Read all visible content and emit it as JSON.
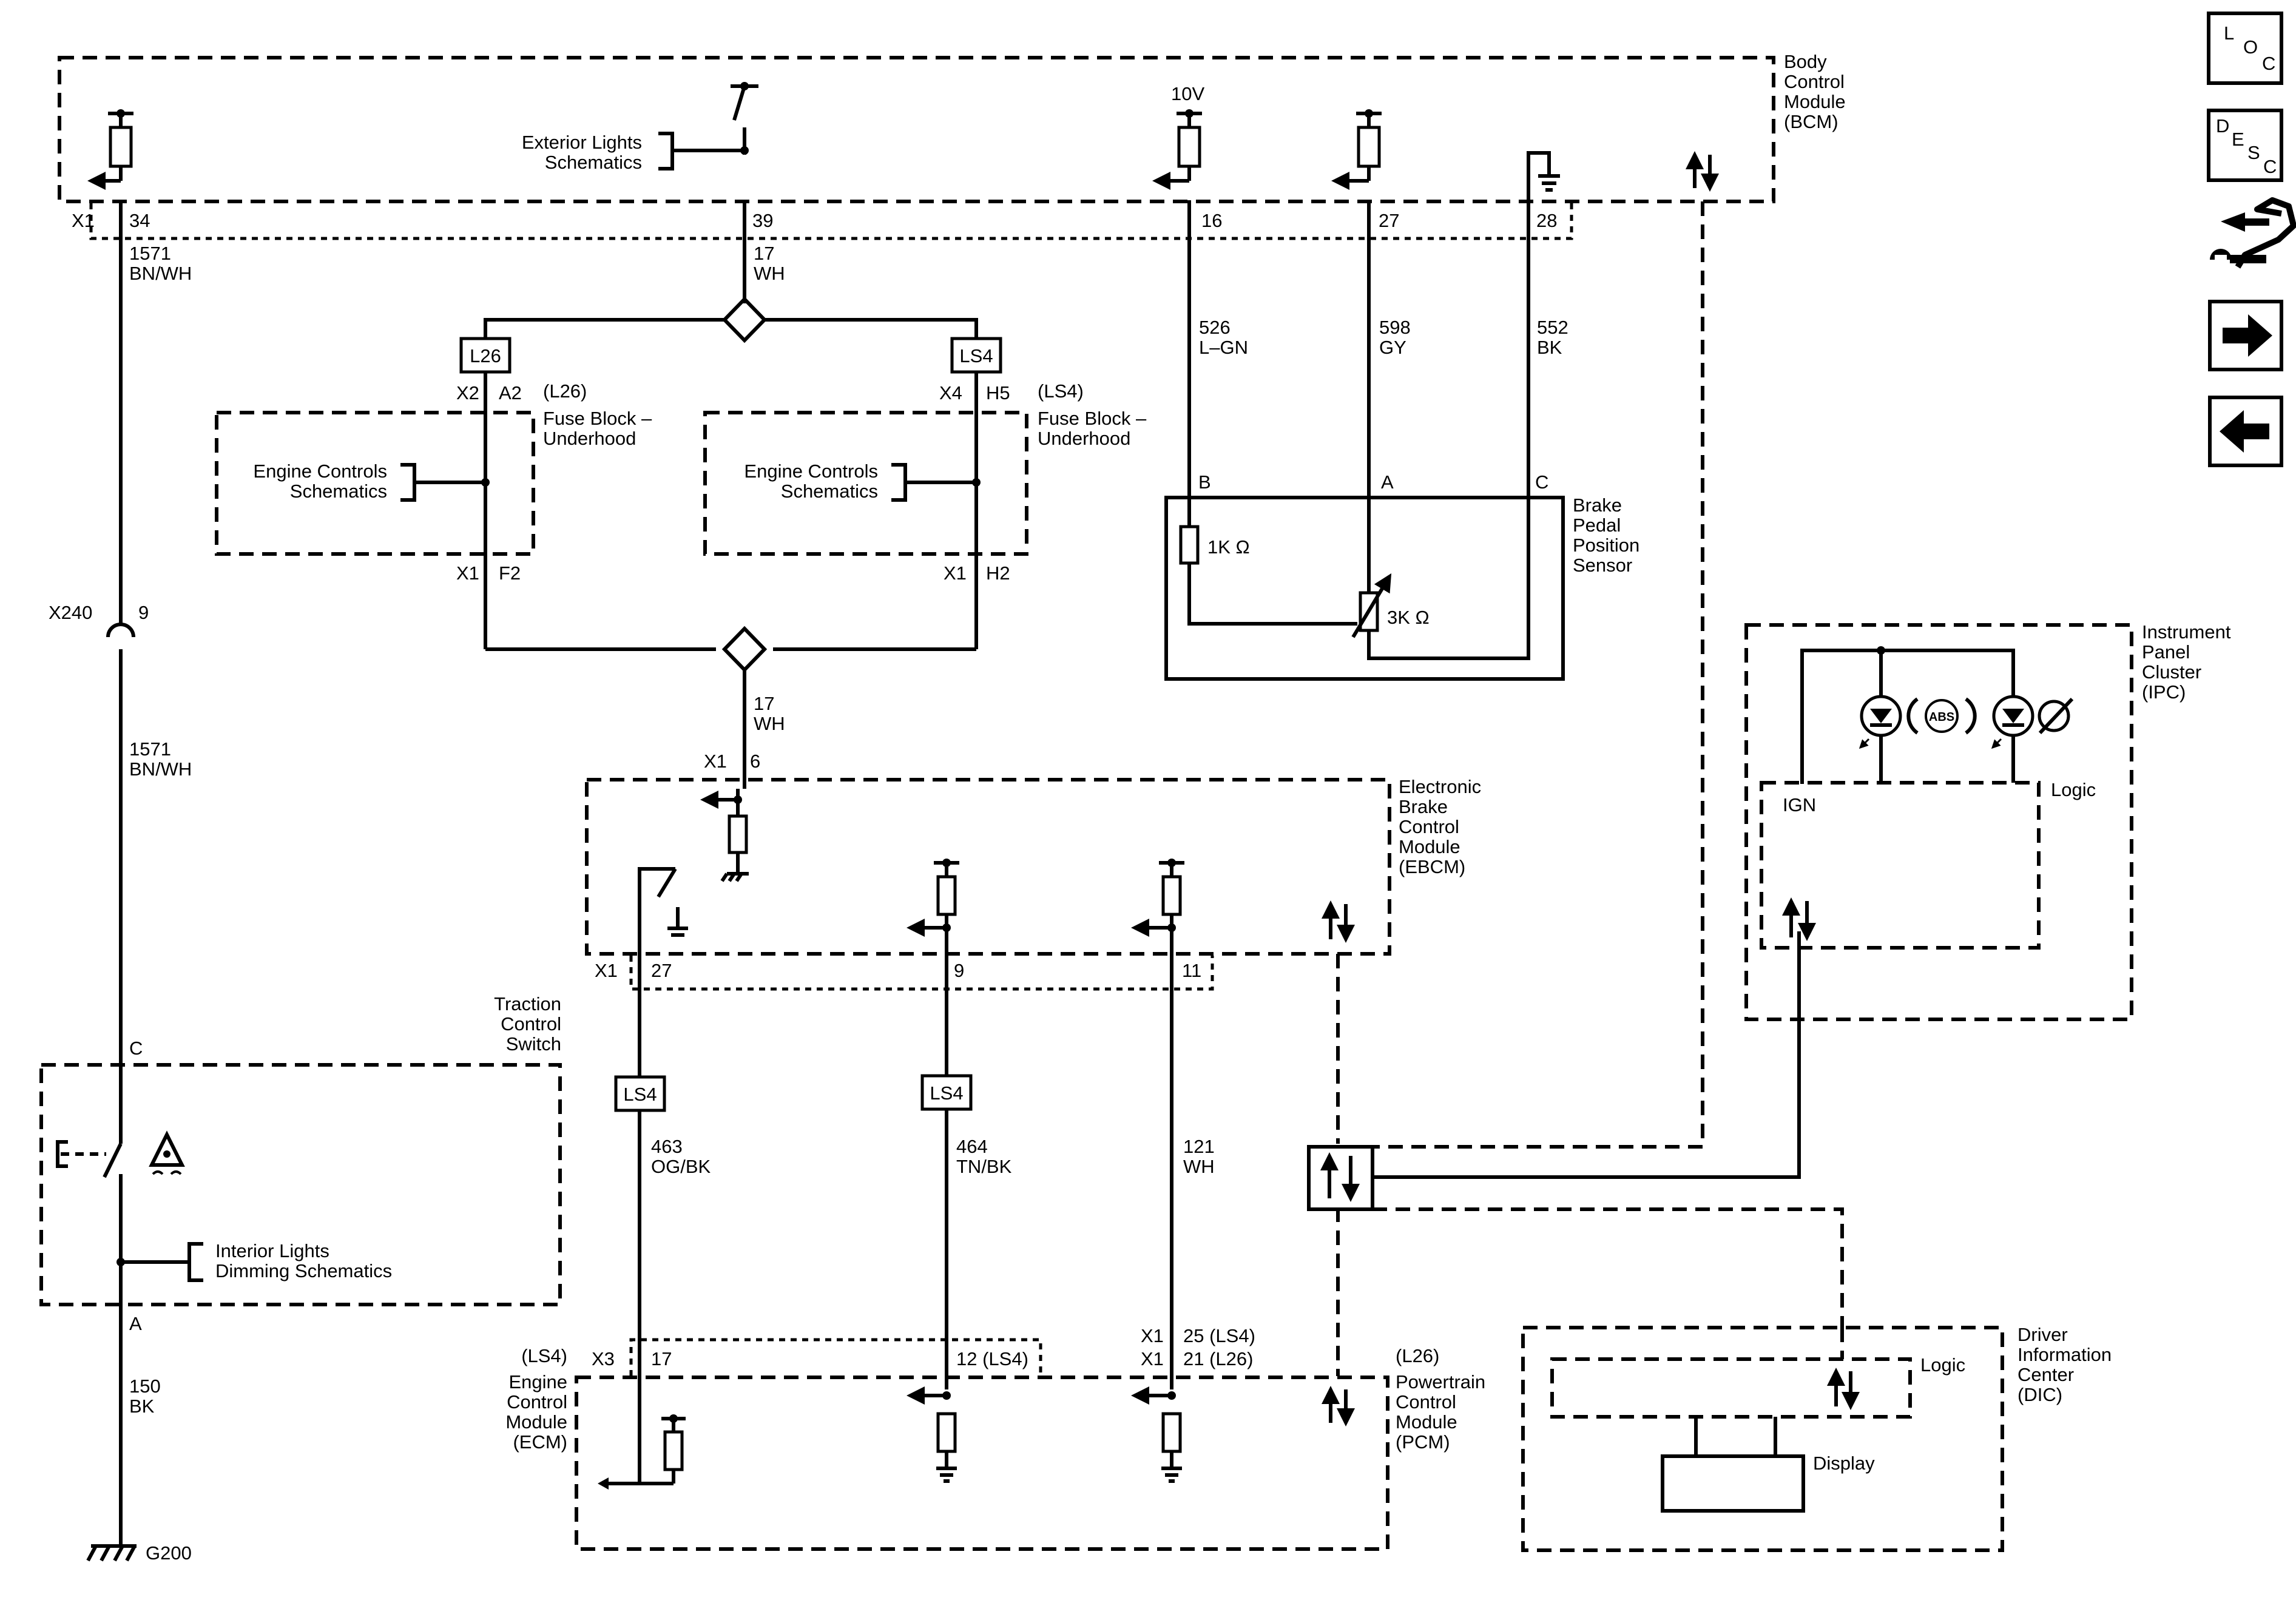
{
  "modules": {
    "bcm": [
      "Body",
      "Control",
      "Module",
      "(BCM)"
    ],
    "ebcm": [
      "Electronic",
      "Brake",
      "Control",
      "Module",
      "(EBCM)"
    ],
    "ipc": [
      "Instrument",
      "Panel",
      "Cluster",
      "(IPC)"
    ],
    "dic": [
      "Driver",
      "Information",
      "Center",
      "(DIC)"
    ],
    "ecm": [
      "(LS4)",
      "Engine",
      "Control",
      "Module",
      "(ECM)"
    ],
    "pcm": [
      "(L26)",
      "Powertrain",
      "Control",
      "Module",
      "(PCM)"
    ],
    "bpps": [
      "Brake",
      "Pedal",
      "Position",
      "Sensor"
    ],
    "tcs": [
      "Traction",
      "Control",
      "Switch"
    ],
    "fuse_l26": [
      "(L26)",
      "Fuse Block –",
      "Underhood"
    ],
    "fuse_ls4": [
      "(LS4)",
      "Fuse Block –",
      "Underhood"
    ]
  },
  "refs": {
    "exterior": [
      "Exterior Lights",
      "Schematics"
    ],
    "engine_l26": [
      "Engine Controls",
      "Schematics"
    ],
    "engine_ls4": [
      "Engine Controls",
      "Schematics"
    ],
    "interior": [
      "Interior Lights",
      "Dimming Schematics"
    ]
  },
  "labels": {
    "v10": "10V",
    "bcm_x1": "X1",
    "bcm_p34": "34",
    "bcm_p39": "39",
    "bcm_p16": "16",
    "bcm_p27": "27",
    "bcm_p28": "28",
    "w1571a_num": "1571",
    "w1571a_col": "BN/WH",
    "w17a_num": "17",
    "w17a_col": "WH",
    "w526_num": "526",
    "w526_col": "L–GN",
    "w598_num": "598",
    "w598_col": "GY",
    "w552_num": "552",
    "w552_col": "BK",
    "opt_l26": "L26",
    "opt_ls4": "LS4",
    "fl26_x2": "X2",
    "fl26_a2": "A2",
    "fl26_x1": "X1",
    "fl26_f2": "F2",
    "fls4_x4": "X4",
    "fls4_h5": "H5",
    "fls4_x1": "X1",
    "fls4_h2": "H2",
    "bpps_b": "B",
    "bpps_a": "A",
    "bpps_c": "C",
    "r1k": "1K Ω",
    "r3k": "3K Ω",
    "x240": "X240",
    "x240_pin": "9",
    "w1571b_num": "1571",
    "w1571b_col": "BN/WH",
    "w17b_num": "17",
    "w17b_col": "WH",
    "ebcm_x1_top": "X1",
    "ebcm_p6": "6",
    "ebcm_x1": "X1",
    "ebcm_p27": "27",
    "ebcm_p9": "9",
    "ebcm_p11": "11",
    "ls4_tag1": "LS4",
    "ls4_tag2": "LS4",
    "w463_num": "463",
    "w463_col": "OG/BK",
    "w464_num": "464",
    "w464_col": "TN/BK",
    "w121_num": "121",
    "w121_col": "WH",
    "tcs_c": "C",
    "tcs_a": "A",
    "w150_num": "150",
    "w150_col": "BK",
    "g200": "G200",
    "ecm_x3": "X3",
    "ecm_p17": "17",
    "ecm_p12": "12 (LS4)",
    "ecm_x1a": "X1",
    "ecm_p25": "25 (LS4)",
    "ecm_x1b": "X1",
    "ecm_p21": "21 (L26)",
    "ipc_ign": "IGN",
    "ipc_logic": "Logic",
    "ipc_abs": "ABS",
    "dic_logic": "Logic",
    "dic_display": "Display"
  },
  "nav": {
    "loc": [
      "L",
      "O",
      "C"
    ],
    "desc": [
      "D",
      "E",
      "S",
      "C"
    ]
  }
}
